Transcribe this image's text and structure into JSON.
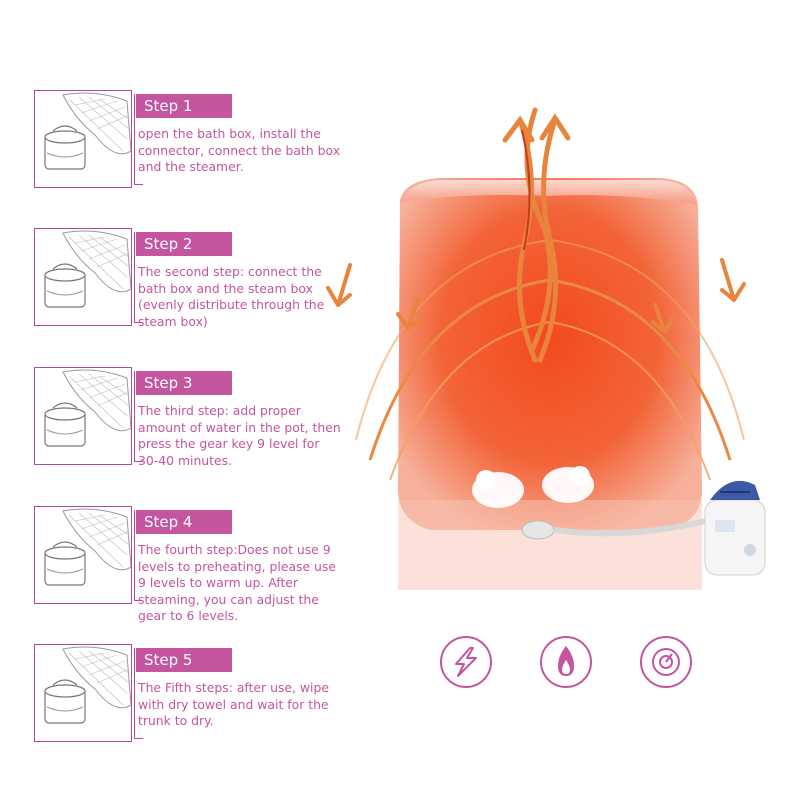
{
  "steps": [
    {
      "label": "Step 1",
      "text": "open the bath box, install the\nconnector, connect the bath box\nand the steamer."
    },
    {
      "label": "Step 2",
      "text": "The second step: connect the\nbath box and the steam box\n(evenly distribute through the\nsteam box)"
    },
    {
      "label": "Step 3",
      "text": "The third step: add proper\namount of water in the pot, then\npress the gear key 9 level for\n30-40 minutes."
    },
    {
      "label": "Step 4",
      "text": "The fourth step:Does not use 9\nlevels to preheating, please use\n9 levels to warm up. After\nsteaming, you can adjust the\ngear to 6 levels."
    },
    {
      "label": "Step 5",
      "text": "The Fifth steps: after use, wipe\nwith dry towel and wait for the\ntrunk to dry."
    }
  ],
  "features": {
    "icons": [
      "lightning-icon",
      "flame-icon",
      "gauge-icon"
    ],
    "accent": "#c4559f"
  },
  "colors": {
    "accent": "#c4559f",
    "border": "#b04a9a",
    "steam_orange": "#f08a3a",
    "tent_red": "#f2552a"
  }
}
